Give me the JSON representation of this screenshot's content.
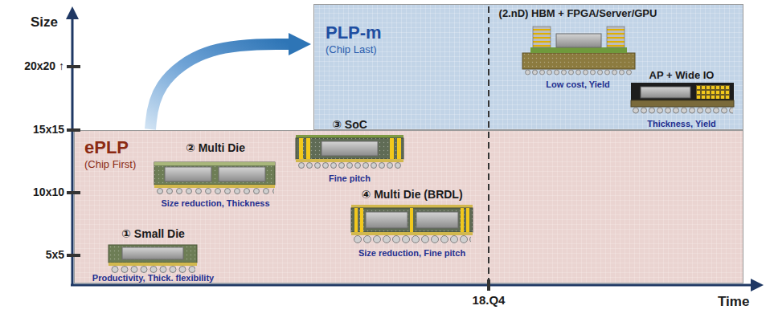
{
  "diagram": {
    "nodes": [
      {
        "text": [
          "ePLP",
          "(Chip First)"
        ]
      },
      {
        "text": [
          "① Small Die",
          "Productivity, Thick. flexibility"
        ],
        "in": 0
      },
      {
        "text": [
          "② Multi Die",
          "Size reduction, Thickness"
        ],
        "in": 0
      },
      {
        "text": [
          "③ SoC",
          "Fine pitch"
        ],
        "in": 0
      },
      {
        "text": [
          "④ Multi Die (BRDL)",
          "Size reduction, Fine pitch"
        ],
        "in": 0
      },
      {
        "text": [
          "PLP-m",
          "(Chip Last)"
        ]
      },
      {
        "text": [
          "(2.nD) HBM + FPGA/Server/GPU",
          "Low cost, Yield"
        ],
        "in": 5
      },
      {
        "text": [
          "AP + Wide IO",
          "Thickness, Yield"
        ],
        "in": 5
      }
    ],
    "edges": [
      {
        "from": 0,
        "to": 5,
        "arrow": "to"
      }
    ],
    "labels": [
      "Size",
      "20x20 ↑",
      "15x15",
      "10x10",
      "5x5",
      "18.Q4",
      "Time"
    ]
  }
}
